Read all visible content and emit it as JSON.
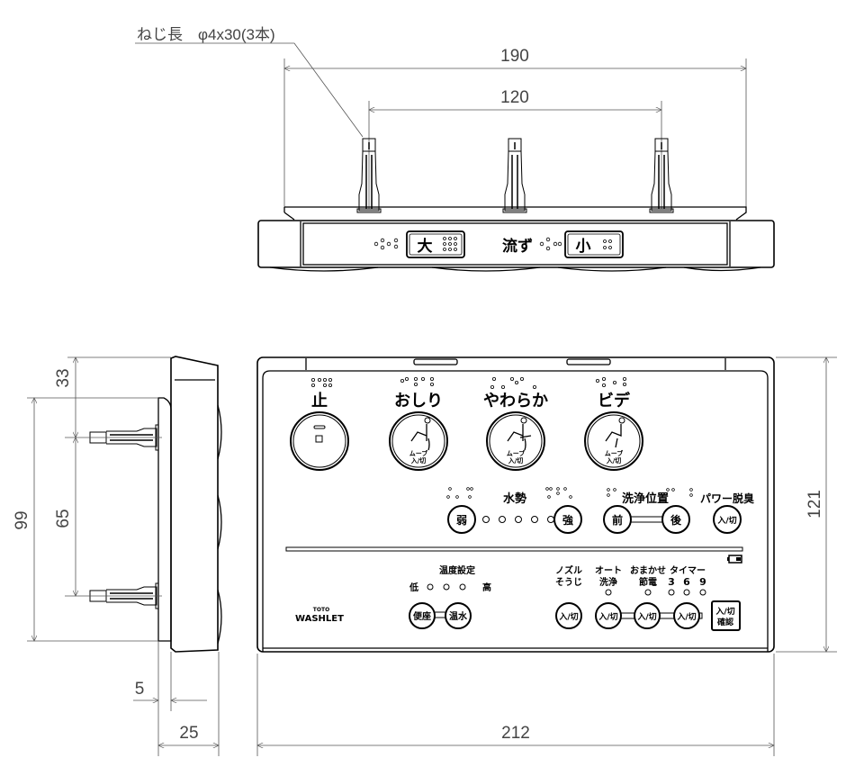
{
  "annotations": {
    "screw_note": "ねじ長　φ4x30(3本)"
  },
  "dimensions": {
    "top_overall": "190",
    "top_screw_pitch": "120",
    "side_top_offset": "33",
    "side_plate_height": "99",
    "side_screw_pitch": "65",
    "side_plate_thickness": "5",
    "side_depth": "25",
    "front_height": "121",
    "front_width": "212"
  },
  "top_view": {
    "flush_label": "流ず",
    "big_label": "大",
    "small_label": "小"
  },
  "front_view": {
    "main_buttons": [
      {
        "label": "止",
        "icon": "stop-icon",
        "sub": ""
      },
      {
        "label": "おしり",
        "icon": "seated-person-icon",
        "sub1": "ムーブ",
        "sub2": "入/切"
      },
      {
        "label": "やわらか",
        "icon": "seated-person-icon",
        "sub1": "ムーブ",
        "sub2": "入/切"
      },
      {
        "label": "ビデ",
        "icon": "seated-person-icon",
        "sub1": "ムーブ",
        "sub2": "入/切"
      }
    ],
    "water_pressure": {
      "label": "水勢",
      "weak": "弱",
      "strong": "強",
      "levels": 5
    },
    "wash_position": {
      "label": "洗浄位置",
      "front": "前",
      "back": "後"
    },
    "deodorizer": {
      "label": "パワー脱臭",
      "button": "入/切"
    },
    "temperature": {
      "label": "温度設定",
      "low": "低",
      "high": "高",
      "levels": 3,
      "seat": "便座",
      "water": "温水"
    },
    "nozzle_clean": {
      "label1": "ノズル",
      "label2": "そうじ",
      "button": "入/切"
    },
    "auto_wash": {
      "label1": "オート",
      "label2": "洗浄",
      "button": "入/切"
    },
    "power_save": {
      "label1": "おまかせ",
      "label2": "節電",
      "button": "入/切"
    },
    "timer": {
      "label": "タイマー",
      "values": [
        "3",
        "6",
        "9"
      ],
      "button": "入/切"
    },
    "confirm": {
      "line1": "入/切",
      "line2": "確認"
    },
    "logo": {
      "brand": "TOTO",
      "product": "WASHLET"
    }
  }
}
